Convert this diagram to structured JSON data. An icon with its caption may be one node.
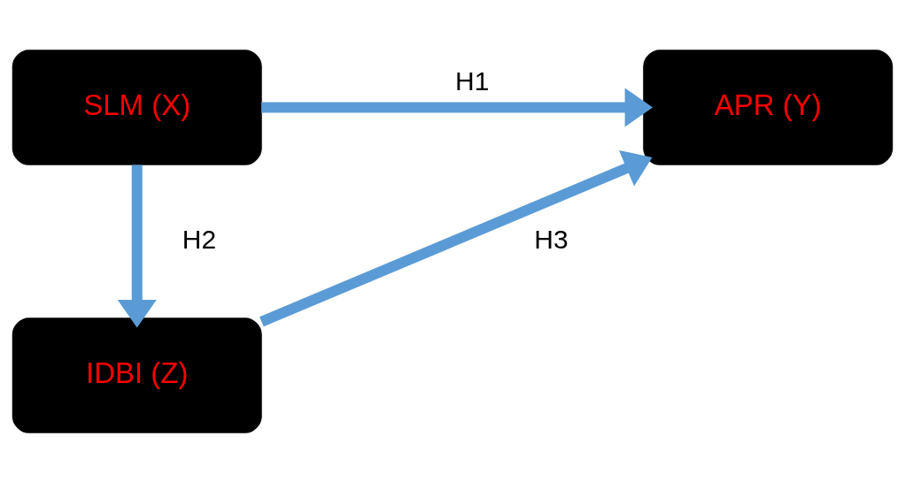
{
  "diagram": {
    "nodes": [
      {
        "text": [
          "SLM (X)"
        ]
      },
      {
        "text": [
          "APR (Y)"
        ]
      },
      {
        "text": [
          "IDBI (Z)"
        ]
      }
    ],
    "edges": [
      {
        "from": 0,
        "to": 1,
        "arrow": "to",
        "label": "H1"
      },
      {
        "from": 0,
        "to": 2,
        "arrow": "to",
        "label": "H2"
      },
      {
        "from": 2,
        "to": 1,
        "arrow": "to",
        "label": "H3"
      }
    ]
  }
}
